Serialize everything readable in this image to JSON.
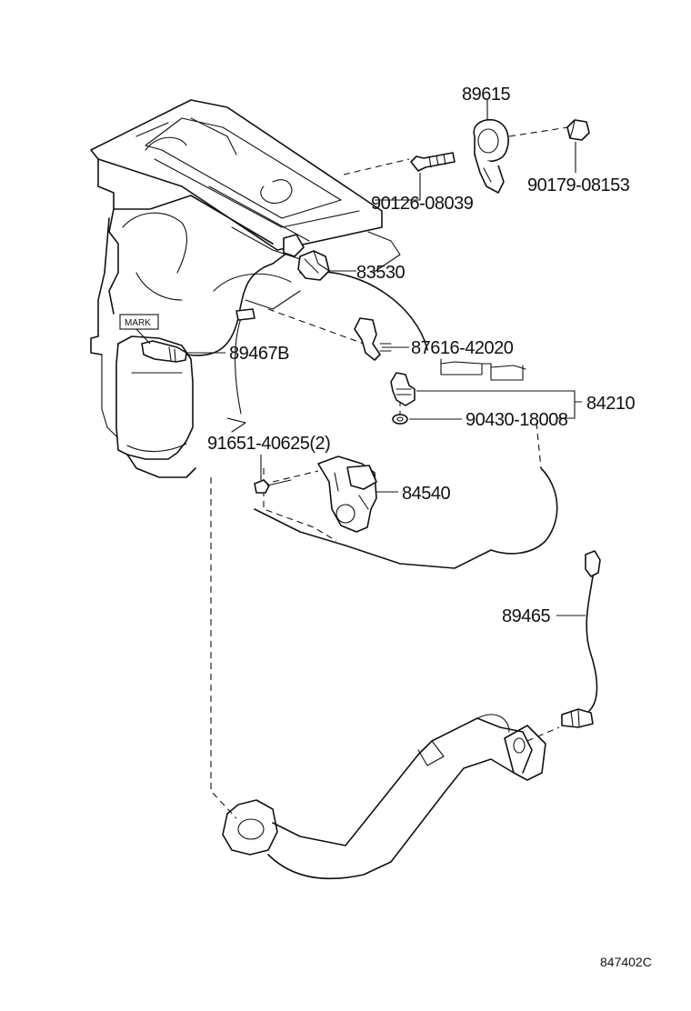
{
  "diagram": {
    "labels": {
      "p89615": "89615",
      "p90179": "90179-08153",
      "p90126": "90126-08039",
      "p83530": "83530",
      "p87616": "87616-42020",
      "p89467b": "89467B",
      "p84210": "84210",
      "p90430": "90430-18008",
      "p91651": "91651-40625(2)",
      "p84540": "84540",
      "p89465": "89465"
    },
    "mark_label": "MARK",
    "ref_code": "847402C"
  }
}
